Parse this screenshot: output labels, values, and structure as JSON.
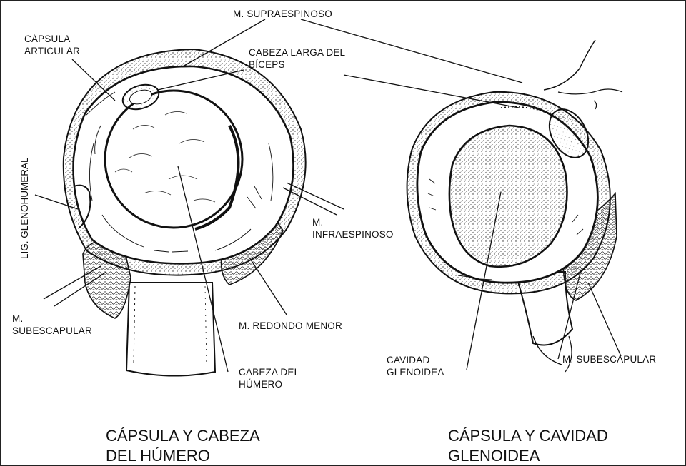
{
  "labels": {
    "supraespinoso": "M. SUPRAESPINOSO",
    "capsula_articular": [
      "CÁPSULA",
      "ARTICULAR"
    ],
    "cabeza_larga_biceps": [
      "CABEZA LARGA DEL",
      "BÍCEPS"
    ],
    "lig_glenohumeral": "LIG. GLENOHUMERAL",
    "infraespinoso": [
      "M.",
      "INFRAESPINOSO"
    ],
    "subescapular_left": [
      "M.",
      "SUBESCAPULAR"
    ],
    "redondo_menor": "M. REDONDO MENOR",
    "cabeza_humero": [
      "CABEZA DEL",
      "HÚMERO"
    ],
    "cavidad_glenoidea": [
      "CAVIDAD",
      "GLENOIDEA"
    ],
    "subescapular_right": "M. SUBESCAPULAR"
  },
  "captions": {
    "left": [
      "CÁPSULA Y CABEZA",
      "DEL HÚMERO"
    ],
    "right": [
      "CÁPSULA Y CAVIDAD",
      "GLENOIDEA"
    ]
  },
  "colors": {
    "ink": "#111111",
    "paper": "#ffffff"
  }
}
